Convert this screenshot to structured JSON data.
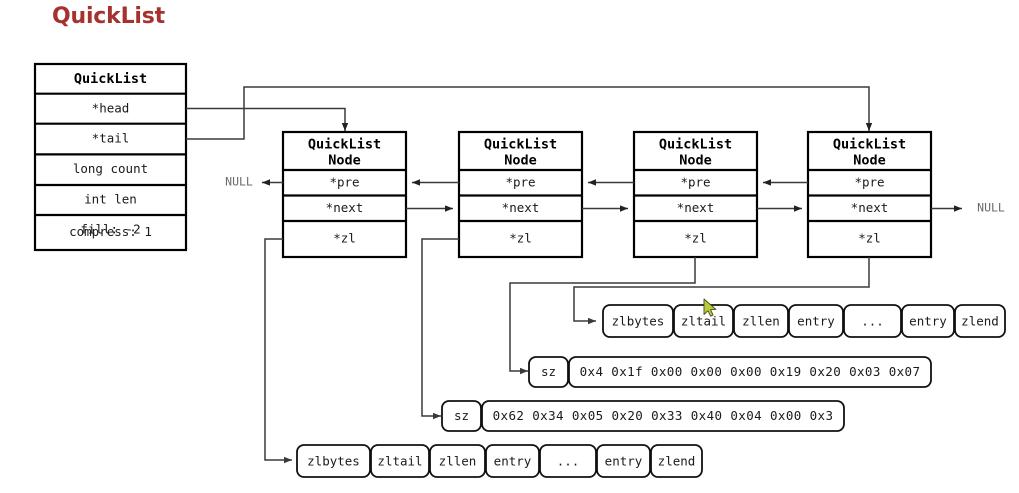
{
  "title": "QuickList",
  "colors": {
    "title": "#a63230",
    "box_stroke": "#000000",
    "connector": "#3a3a3a",
    "null_text": "#6b6b6b",
    "background": "#ffffff"
  },
  "quicklist_struct": {
    "header": "QuickList",
    "fields": [
      "*head",
      "*tail",
      "long count",
      "int len",
      "fill: -2",
      "compress: 1"
    ]
  },
  "nodes": [
    {
      "header_line1": "QuickList",
      "header_line2": "Node",
      "fields": [
        "*pre",
        "*next",
        "*zl"
      ]
    },
    {
      "header_line1": "QuickList",
      "header_line2": "Node",
      "fields": [
        "*pre",
        "*next",
        "*zl"
      ]
    },
    {
      "header_line1": "QuickList",
      "header_line2": "Node",
      "fields": [
        "*pre",
        "*next",
        "*zl"
      ]
    },
    {
      "header_line1": "QuickList",
      "header_line2": "Node",
      "fields": [
        "*pre",
        "*next",
        "*zl"
      ]
    }
  ],
  "null_labels": {
    "left": "NULL",
    "right": "NULL"
  },
  "ziplists": [
    {
      "id": "ziplist-top",
      "cells": [
        "zlbytes",
        "zltail",
        "zllen",
        "entry",
        "...",
        "entry",
        "zlend"
      ]
    },
    {
      "id": "ziplist-bottom",
      "cells": [
        "zlbytes",
        "zltail",
        "zllen",
        "entry",
        "...",
        "entry",
        "zlend"
      ]
    }
  ],
  "byte_rows": [
    {
      "id": "byte-row-upper",
      "size_label": "sz",
      "bytes": "0x4 0x1f 0x00 0x00 0x00 0x19 0x20 0x03 0x07"
    },
    {
      "id": "byte-row-lower",
      "size_label": "sz",
      "bytes": "0x62 0x34 0x05 0x20 0x33 0x40 0x04 0x00 0x3"
    }
  ]
}
